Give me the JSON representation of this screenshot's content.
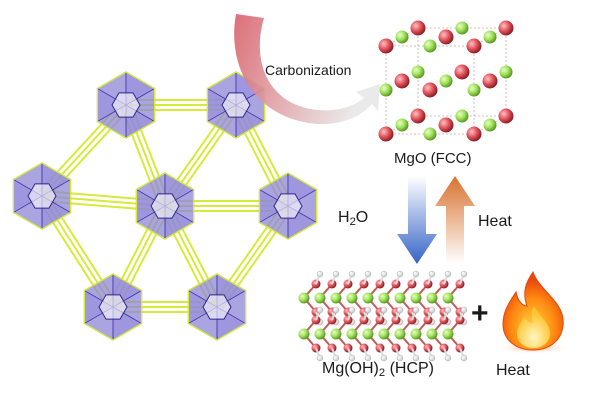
{
  "labels": {
    "carbonization": "Carbonization",
    "mgo": "MgO (FCC)",
    "h2o_base": "H",
    "h2o_sub": "2",
    "h2o_tail": "O",
    "heat_arrow": "Heat",
    "mgoh2_head": "Mg(OH)",
    "mgoh2_sub": "2",
    "mgoh2_tail": " (HCP)",
    "heat_fire": "Heat",
    "plus": "+"
  },
  "colors": {
    "mof_cluster": "#8f86d8",
    "mof_linker": "#d6ea3a",
    "mg_atom": "#9fe05a",
    "o_atom": "#e2525a",
    "h_atom": "#ffffff",
    "arrow_down": "#3563c7",
    "arrow_up": "#d8722f",
    "curved_arrow": "#d9606a",
    "flame": "#f57d12"
  },
  "icons": {
    "mof": "mof-framework-icon",
    "fcc": "mgo-fcc-crystal-icon",
    "hcp": "mgoh2-layered-crystal-icon",
    "fire": "flame-icon"
  }
}
